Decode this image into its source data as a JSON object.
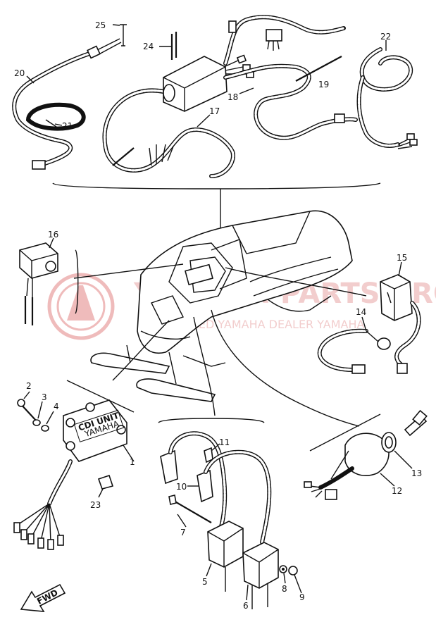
{
  "watermark": {
    "line1": "YAMAHA-PARTS.PRO",
    "line2": "AUTHORIZED YAMAHA DEALER YAMAHA",
    "color": "#e07a7a"
  },
  "module_label": {
    "line1": "CDI UNIT",
    "line2": "YAMAHA"
  },
  "fwd_label": "FWD",
  "callouts": {
    "p1": "1",
    "p2": "2",
    "p3": "3",
    "p4": "4",
    "p5": "5",
    "p6": "6",
    "p7": "7",
    "p8": "8",
    "p9": "9",
    "p10": "10",
    "p11": "11",
    "p12": "12",
    "p13": "13",
    "p14": "14",
    "p15": "15",
    "p16": "16",
    "p17": "17",
    "p18": "18",
    "p19": "19",
    "p20": "20",
    "p21": "21",
    "p22": "22",
    "p23": "23",
    "p24": "24",
    "p25": "25"
  },
  "colors": {
    "ink": "#111111",
    "paper": "#ffffff",
    "watermark": "#e07a7a"
  }
}
